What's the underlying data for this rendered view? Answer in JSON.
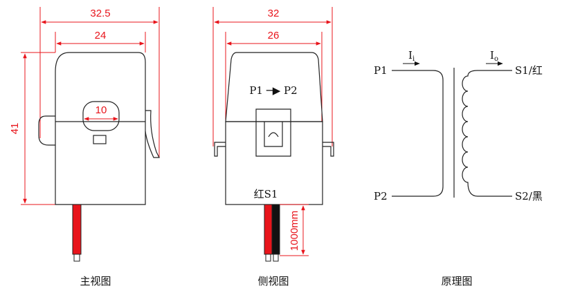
{
  "front_view": {
    "dim_total_width": "32.5",
    "dim_inner_width": "24",
    "dim_height": "41",
    "dim_aperture": "10",
    "caption": "主视图"
  },
  "side_view": {
    "dim_total_width": "32",
    "dim_inner_width": "26",
    "direction_label": "P1 ─▶ P2",
    "lead_label": "红S1",
    "dim_lead_length": "1000mm",
    "caption": "侧视图"
  },
  "schematic": {
    "p1": "P1",
    "p2": "P2",
    "i_in": "I",
    "i_in_sub": "i",
    "i_out": "I",
    "i_out_sub": "o",
    "s1": "S1/红",
    "s2": "S2/黑",
    "caption": "原理图"
  },
  "colors": {
    "dimension": "#e8141b",
    "outline": "#222222",
    "lead_red": "#e8141b",
    "lead_black": "#111111"
  }
}
